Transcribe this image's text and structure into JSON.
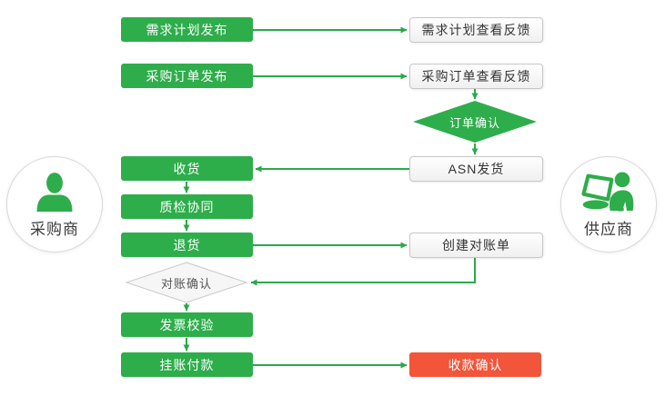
{
  "colors": {
    "green": "#2ead4b",
    "red": "#f2553a",
    "arrow_green": "#2aa94a",
    "box_border": "#c6c6c6",
    "text_dark": "#333333"
  },
  "icons": {
    "buyer": "person-icon",
    "supplier": "person-laptop-icon"
  },
  "actors": {
    "buyer": {
      "label": "采购商"
    },
    "supplier": {
      "label": "供应商"
    }
  },
  "nodes": {
    "demand_plan_publish": {
      "label": "需求计划发布"
    },
    "demand_plan_feedback": {
      "label": "需求计划查看反馈"
    },
    "po_publish": {
      "label": "采购订单发布"
    },
    "po_feedback": {
      "label": "采购订单查看反馈"
    },
    "order_confirm": {
      "label": "订单确认"
    },
    "receive_goods": {
      "label": "收货"
    },
    "asn_shipping": {
      "label": "ASN发货"
    },
    "quality_collaboration": {
      "label": "质检协同"
    },
    "return_goods": {
      "label": "退货"
    },
    "create_statement": {
      "label": "创建对账单"
    },
    "statement_confirm": {
      "label": "对账确认"
    },
    "invoice_verification": {
      "label": "发票校验"
    },
    "book_payment": {
      "label": "挂账付款"
    },
    "receipt_confirm": {
      "label": "收款确认"
    }
  }
}
